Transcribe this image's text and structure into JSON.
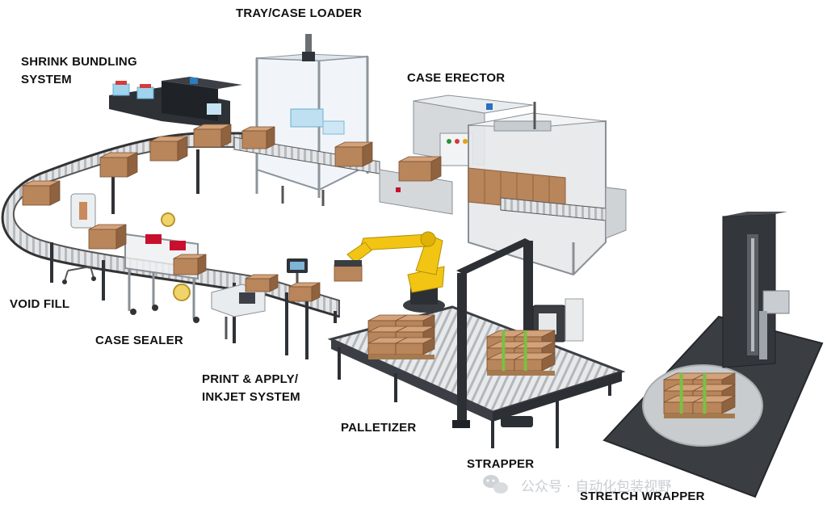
{
  "labels": {
    "tray_case_loader": "TRAY/CASE LOADER",
    "shrink_bundling_line1": "SHRINK BUNDLING",
    "shrink_bundling_line2": "SYSTEM",
    "case_erector": "CASE ERECTOR",
    "void_fill": "VOID FILL",
    "case_sealer": "CASE SEALER",
    "print_apply_line1": "PRINT & APPLY/",
    "print_apply_line2": "INKJET SYSTEM",
    "palletizer": "PALLETIZER",
    "strapper": "STRAPPER",
    "stretch_wrapper": "STRETCH WRAPPER"
  },
  "watermark": {
    "text": "公众号 · 自动化包装视野",
    "icon": "wechat-icon"
  },
  "colors": {
    "box": "#b9855a",
    "box_top": "#d3a27a",
    "box_side": "#8f6240",
    "robot": "#f2c514",
    "strap": "#7ac043",
    "frame_dark": "#3b3f45",
    "machine_grey": "#d9dcdf",
    "accent_red": "#c8102e"
  }
}
